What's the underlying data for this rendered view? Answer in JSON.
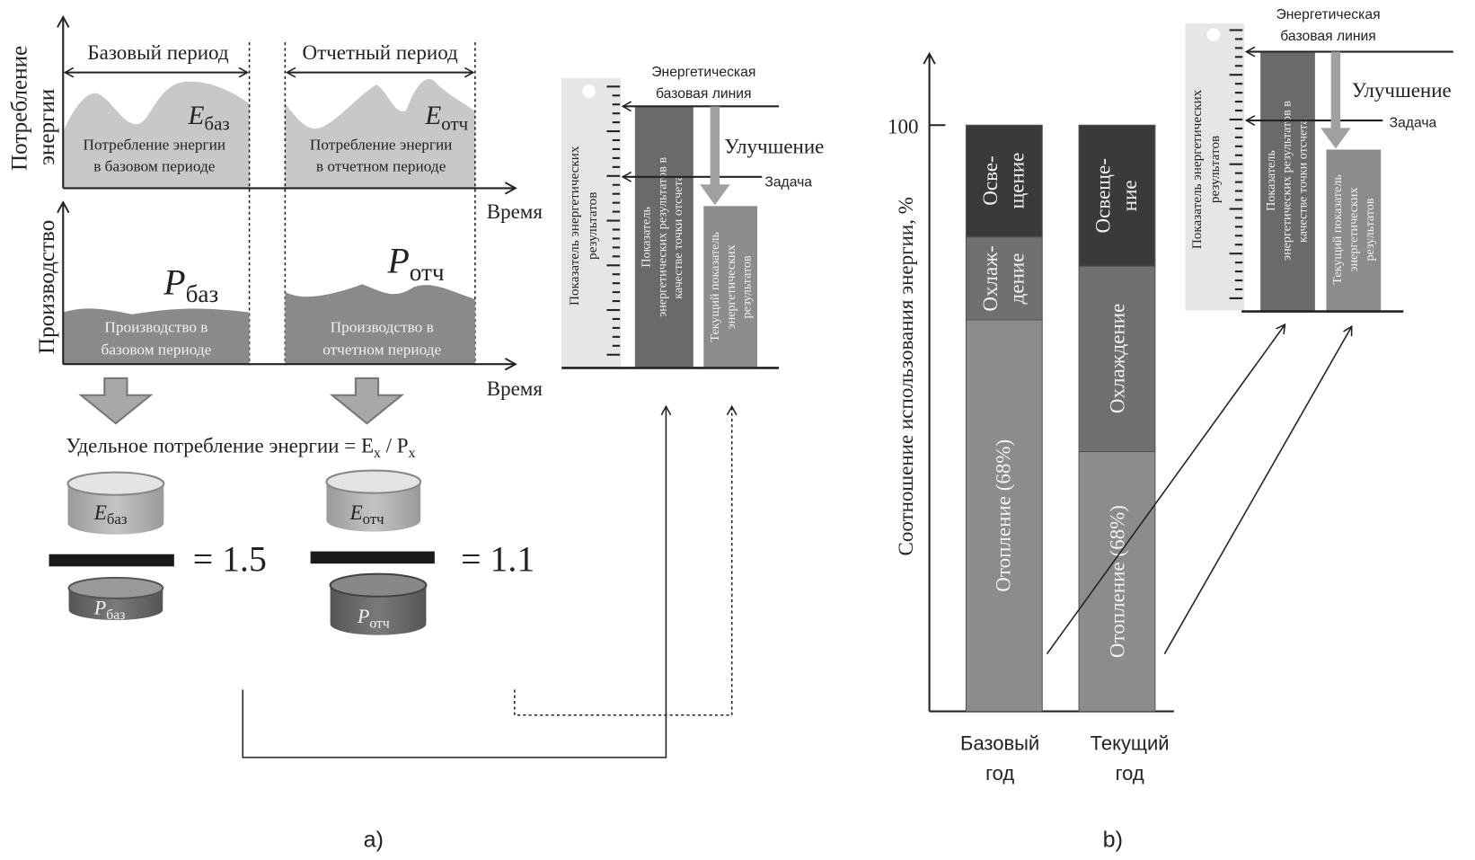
{
  "panel_a": {
    "label": "a)",
    "energy_axis_label": [
      "Потребление",
      "энергии"
    ],
    "production_axis_label": "Производство",
    "time_label": "Время",
    "base_period": "Базовый период",
    "report_period": "Отчетный период",
    "e_base": {
      "symbol": "E",
      "sub": "баз"
    },
    "e_report": {
      "symbol": "E",
      "sub": "отч"
    },
    "p_base": {
      "symbol": "P",
      "sub": "баз"
    },
    "p_report": {
      "symbol": "P",
      "sub": "отч"
    },
    "energy_base_text": [
      "Потребление энергии",
      "в базовом периоде"
    ],
    "energy_report_text": [
      "Потребление энергии",
      "в отчетном периоде"
    ],
    "prod_base_text": [
      "Производство в",
      "базовом периоде"
    ],
    "prod_report_text": [
      "Производство в",
      "отчетном периоде"
    ],
    "formula": {
      "text": "Удельное потребление энергии = E",
      "x_sub": "x",
      "slash": " / P",
      "x_sub2": "x"
    },
    "ratio_base": "= 1.5",
    "ratio_report": "= 1.1",
    "indicator": {
      "ruler_label": [
        "Показатель энергетических",
        "результатов"
      ],
      "baseline_label": [
        "Энергетическая",
        "базовая линия"
      ],
      "baseline_bar": [
        "Показатель",
        "энергетических результатов в",
        "качестве точки отсчета"
      ],
      "current_bar": [
        "Текущий показатель",
        "энергетических",
        "результатов"
      ],
      "improvement": "Улучшение",
      "target": "Задача"
    }
  },
  "panel_b": {
    "label": "b)",
    "y_axis_label": "Соотношение использования энергии, %",
    "y_tick": "100",
    "bars": [
      {
        "category": [
          "Базовый",
          "год"
        ],
        "segments": [
          {
            "label": [
              "Осве-",
              "щение"
            ]
          },
          {
            "label": [
              "Охлаж-",
              "дение"
            ]
          },
          {
            "label": [
              "Отопление (68%)"
            ]
          }
        ]
      },
      {
        "category": [
          "Текущий",
          "год"
        ],
        "segments": [
          {
            "label": [
              "Освеще-",
              "ние"
            ]
          },
          {
            "label": [
              "Охлаждение"
            ]
          },
          {
            "label": [
              "Отопление (68%)"
            ]
          }
        ]
      }
    ],
    "indicator": {
      "ruler_label": [
        "Показатель энергетических",
        "результатов"
      ],
      "baseline_label": [
        "Энергетическая",
        "базовая линия"
      ],
      "baseline_bar": [
        "Показатель",
        "энергетических результатов в",
        "качестве точки отсчета"
      ],
      "current_bar": [
        "Текущий показатель",
        "энергетических",
        "результатов"
      ],
      "improvement": "Улучшение",
      "target": "Задача"
    }
  },
  "colors": {
    "light_fill": "#c8c8c8",
    "dark_fill": "#8a8a8a",
    "darkest": "#3a3a3a",
    "mid": "#707070",
    "ruler": "#e6e6e6"
  }
}
